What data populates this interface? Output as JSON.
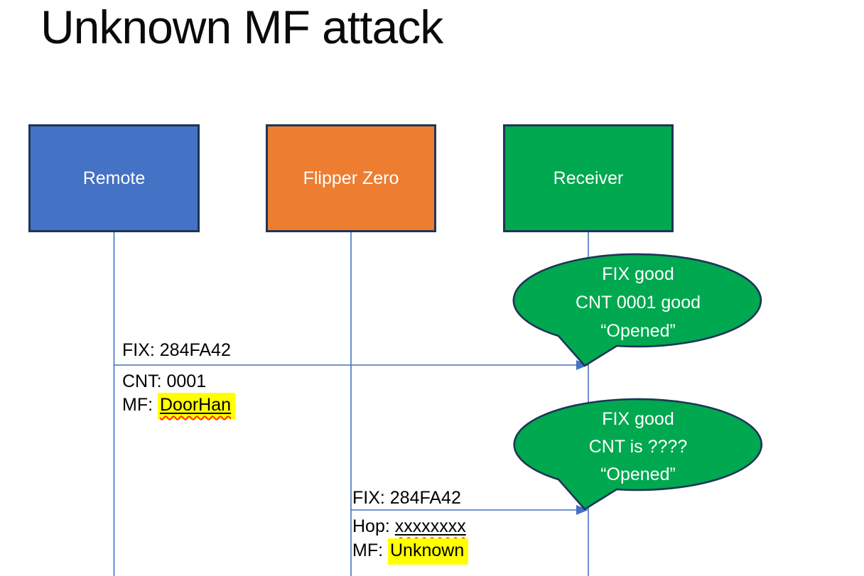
{
  "title": "Unknown MF attack",
  "actors": [
    {
      "id": "remote",
      "label": "Remote",
      "fill": "#4472C4"
    },
    {
      "id": "flipper-zero",
      "label": "Flipper Zero",
      "fill": "#ED7D31"
    },
    {
      "id": "receiver",
      "label": "Receiver",
      "fill": "#00A850"
    }
  ],
  "messages": [
    {
      "from": "Remote",
      "to": "Receiver",
      "rows": [
        {
          "label": "FIX: 284FA42"
        },
        {
          "label": "CNT: 0001"
        },
        {
          "label": "MF: ",
          "mark": "DoorHan"
        }
      ]
    },
    {
      "from": "Flipper Zero",
      "to": "Receiver",
      "rows": [
        {
          "label": "FIX: 284FA42"
        },
        {
          "label": "Hop: ",
          "mark": "xxxxxxxx"
        },
        {
          "label": "MF: ",
          "mark": "Unknown"
        }
      ]
    }
  ],
  "callouts": [
    {
      "speaker": "Receiver",
      "lines": [
        "FIX good",
        "CNT 0001 good",
        "“Opened”"
      ]
    },
    {
      "speaker": "Receiver",
      "lines": [
        "FIX good",
        "CNT is ????",
        "“Opened”"
      ]
    }
  ],
  "colors": {
    "remote_fill": "#4472C4",
    "flipper_fill": "#ED7D31",
    "receiver_fill": "#00A850",
    "callout_fill": "#00A850",
    "shape_border": "#1E3557",
    "connector_blue": "#4472C4",
    "highlight_yellow": "#FFFF00",
    "spellcheck_red": "#FF2B1F",
    "label_text": "#000000",
    "box_text": "#FFFFFF"
  }
}
